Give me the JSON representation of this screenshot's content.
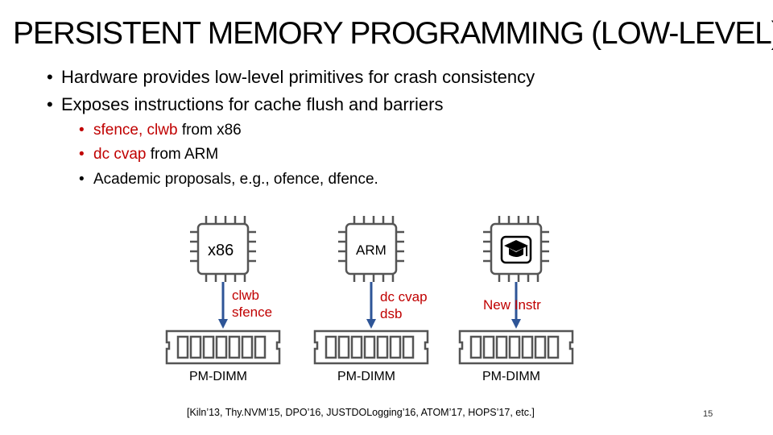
{
  "slide": {
    "title": "PERSISTENT MEMORY PROGRAMMING (LOW-LEVEL)",
    "bullets": [
      "Hardware provides low-level primitives for crash consistency",
      "Exposes instructions for cache flush and barriers"
    ],
    "sub_bullets": [
      {
        "highlight": "sfence, clwb",
        "rest": " from x86"
      },
      {
        "highlight": "dc cvap",
        "rest": " from ARM"
      },
      {
        "highlight": "",
        "rest": "Academic proposals, e.g., ofence, dfence."
      }
    ],
    "diagram": {
      "chips": [
        {
          "label": "x86",
          "instructions": [
            "clwb",
            "sfence"
          ],
          "memory": "PM-DIMM"
        },
        {
          "label": "ARM",
          "instructions": [
            "dc cvap",
            "dsb"
          ],
          "memory": "PM-DIMM"
        },
        {
          "label": "",
          "icon": "graduation-cap-icon",
          "instructions": [
            "New Instr"
          ],
          "memory": "PM-DIMM"
        }
      ]
    },
    "citation": "[Kiln’13, Thy.NVM’15, DPO’16, JUSTDOLogging’16, ATOM’17, HOPS’17, etc.]",
    "page_number": "15",
    "colors": {
      "highlight": "#c00000",
      "arrow": "#2e5597",
      "outline": "#555555"
    }
  }
}
